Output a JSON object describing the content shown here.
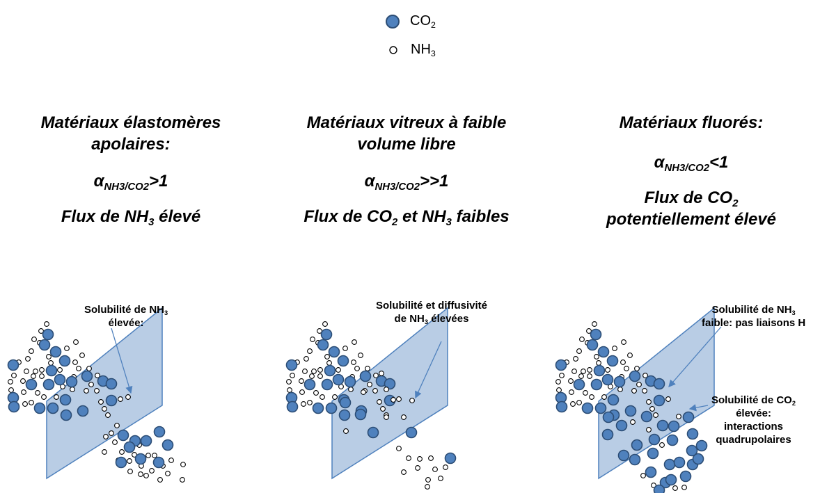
{
  "legend": {
    "co2": {
      "text": "CO",
      "sub": "2",
      "color": "#4f81bd",
      "stroke": "#2c4d75"
    },
    "nh3": {
      "text": "NH",
      "sub": "3",
      "color": "#ffffff",
      "stroke": "#000000"
    }
  },
  "columns": [
    {
      "title1": "Matériaux élastomères",
      "title2": "apolaires:",
      "alpha_sym": "α",
      "alpha_sub": "NH3/CO2",
      "alpha_rel": ">1",
      "flux_a": "Flux de NH",
      "flux_a_sub": "3",
      "flux_b": " élevé"
    },
    {
      "title1": "Matériaux vitreux à faible",
      "title2": "volume libre",
      "alpha_sym": "α",
      "alpha_sub": "NH3/CO2",
      "alpha_rel": ">>1",
      "flux_a": "Flux de CO",
      "flux_a_sub": "2",
      "flux_b": " et NH",
      "flux_b_sub": "3",
      "flux_c": " faibles"
    },
    {
      "title1": "Matériaux fluorés:",
      "alpha_sym": "α",
      "alpha_sub": "NH3/CO2",
      "alpha_rel": "<1",
      "flux1_a": "Flux de CO",
      "flux1_sub": "2",
      "flux2": "potentiellement élevé"
    }
  ],
  "callouts": {
    "c1": {
      "line1a": "Solubilité de NH",
      "line1sub": "3",
      "line2": "élevée:"
    },
    "c2": {
      "line1": "Solubilité et diffusivité",
      "line2a": "de NH",
      "line2sub": "3",
      "line2b": " élevées"
    },
    "c3": {
      "line1a": "Solubilité de NH",
      "line1sub": "3",
      "line2": "faible: pas liaisons H"
    },
    "c4": {
      "line1a": "Solubilité de CO",
      "line1sub": "2",
      "line2": "élevée:",
      "line3": "interactions",
      "line4": "quadrupolaires"
    }
  },
  "colors": {
    "membrane_fill": "#b9cde5",
    "membrane_stroke": "#4f81bd",
    "arrow": "#4f81bd"
  }
}
